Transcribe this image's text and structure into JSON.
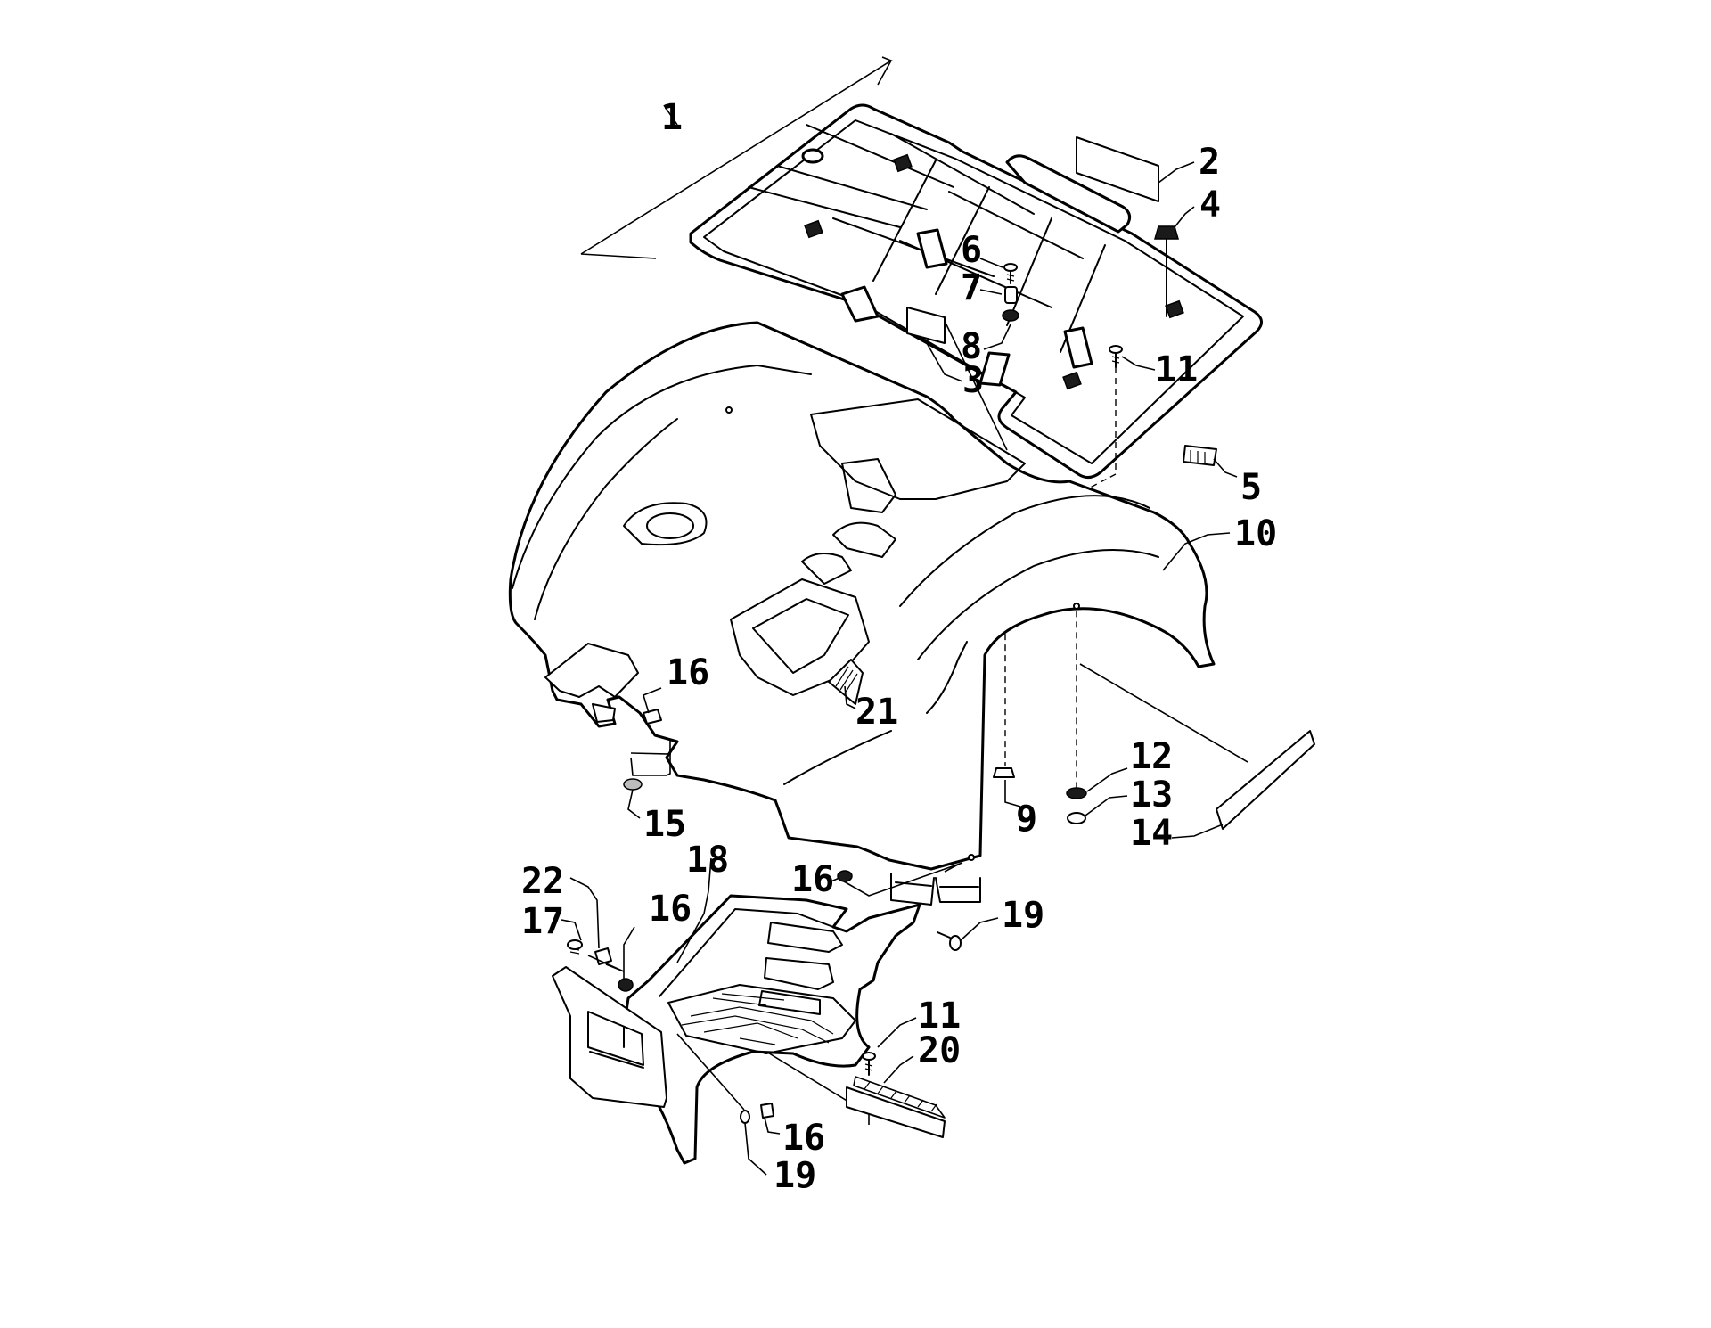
{
  "diagram": {
    "callouts": [
      {
        "id": "c1",
        "text": "1"
      },
      {
        "id": "c2",
        "text": "2"
      },
      {
        "id": "c3",
        "text": "3"
      },
      {
        "id": "c4",
        "text": "4"
      },
      {
        "id": "c5",
        "text": "5"
      },
      {
        "id": "c6",
        "text": "6"
      },
      {
        "id": "c7",
        "text": "7"
      },
      {
        "id": "c8",
        "text": "8"
      },
      {
        "id": "c9",
        "text": "9"
      },
      {
        "id": "c10",
        "text": "10"
      },
      {
        "id": "c11a",
        "text": "11"
      },
      {
        "id": "c11b",
        "text": "11"
      },
      {
        "id": "c12",
        "text": "12"
      },
      {
        "id": "c13",
        "text": "13"
      },
      {
        "id": "c14",
        "text": "14"
      },
      {
        "id": "c15",
        "text": "15"
      },
      {
        "id": "c16a",
        "text": "16"
      },
      {
        "id": "c16b",
        "text": "16"
      },
      {
        "id": "c16c",
        "text": "16"
      },
      {
        "id": "c16d",
        "text": "16"
      },
      {
        "id": "c17",
        "text": "17"
      },
      {
        "id": "c18",
        "text": "18"
      },
      {
        "id": "c19a",
        "text": "19"
      },
      {
        "id": "c19b",
        "text": "19"
      },
      {
        "id": "c20",
        "text": "20"
      },
      {
        "id": "c21",
        "text": "21"
      },
      {
        "id": "c22",
        "text": "22"
      }
    ]
  }
}
